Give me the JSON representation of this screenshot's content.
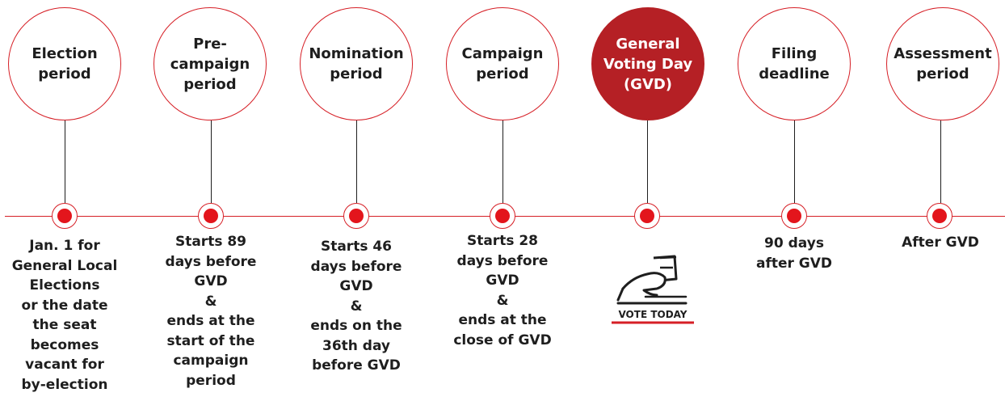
{
  "accent_color": "#d61f26",
  "active_color": "#b52025",
  "stages": [
    {
      "title": "Election\nperiod",
      "description": "Jan. 1 for\nGeneral Local\nElections\nor the date\nthe seat\nbecomes\nvacant for\nby-election",
      "active": false
    },
    {
      "title": "Pre-campaign\nperiod",
      "description": "Starts 89\ndays before\nGVD\n&\nends at the\nstart of the\ncampaign\nperiod",
      "active": false
    },
    {
      "title": "Nomination\nperiod",
      "description": "Starts 46\ndays before\nGVD\n&\nends on the\n36th day\nbefore GVD",
      "active": false
    },
    {
      "title": "Campaign\nperiod",
      "description": "Starts 28\ndays before\nGVD\n&\nends at the\nclose of GVD",
      "active": false
    },
    {
      "title": "General\nVoting Day\n(GVD)",
      "description": "",
      "active": true,
      "badge_text": "VOTE TODAY",
      "badge_icon": "ballot-box-vote-icon"
    },
    {
      "title": "Filing\ndeadline",
      "description": "90 days\nafter GVD",
      "active": false
    },
    {
      "title": "Assessment\nperiod",
      "description": "After GVD",
      "active": false
    }
  ]
}
